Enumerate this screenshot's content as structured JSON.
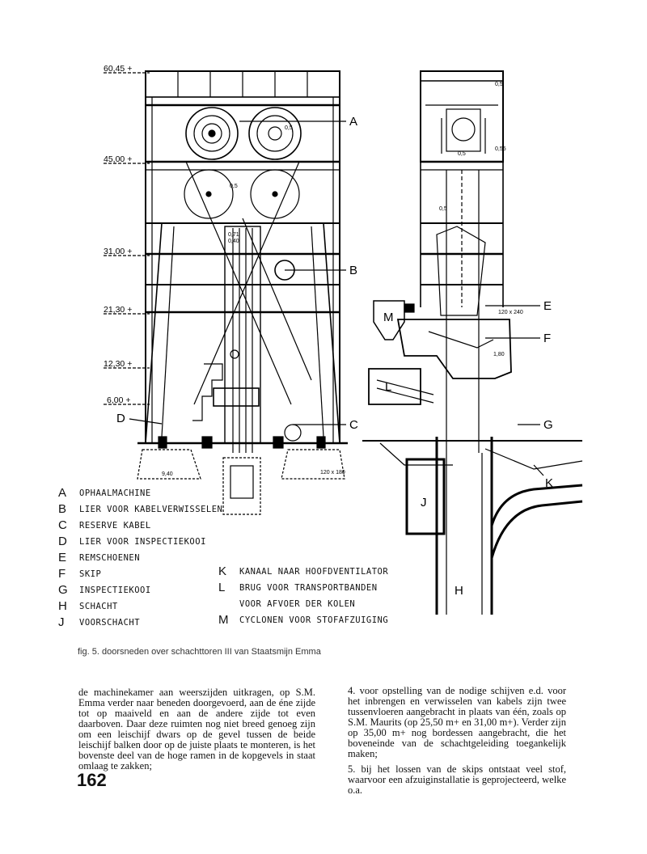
{
  "drawing": {
    "levels": [
      "60,45 +",
      "45,00 +",
      "31,00 +",
      "21,30 +",
      "12,30 +",
      "6,00 +"
    ],
    "dims_left": [
      "0,5",
      "0,5",
      "0,71",
      "0,40",
      "9,40",
      "120 x 180"
    ],
    "dims_right": [
      "0,5",
      "0,5",
      "0,55",
      "0,5",
      "120 x 240",
      "1,80"
    ],
    "callouts_left": [
      "A",
      "B",
      "C",
      "D"
    ],
    "callouts_right": [
      "E",
      "F",
      "G",
      "K",
      "M",
      "L",
      "J",
      "H"
    ]
  },
  "legend": {
    "left": [
      {
        "key": "A",
        "text": "OPHAALMACHINE"
      },
      {
        "key": "B",
        "text": "LIER VOOR KABELVERWISSELEN"
      },
      {
        "key": "C",
        "text": "RESERVE KABEL"
      },
      {
        "key": "D",
        "text": "LIER VOOR INSPECTIEKOOI"
      },
      {
        "key": "E",
        "text": "REMSCHOENEN"
      },
      {
        "key": "F",
        "text": "SKIP"
      },
      {
        "key": "G",
        "text": "INSPECTIEKOOI"
      },
      {
        "key": "H",
        "text": "SCHACHT"
      },
      {
        "key": "J",
        "text": "VOORSCHACHT"
      }
    ],
    "right": [
      {
        "key": "K",
        "text": "KANAAL NAAR HOOFDVENTILATOR"
      },
      {
        "key": "L",
        "text": "BRUG VOOR TRANSPORTBANDEN"
      },
      {
        "key": "",
        "text": "VOOR AFVOER DER KOLEN"
      },
      {
        "key": "M",
        "text": "CYCLONEN VOOR STOFAFZUIGING"
      }
    ]
  },
  "caption": "fig. 5. doorsneden over schachttoren III van Staatsmijn Emma",
  "body": {
    "left_col": "de machinekamer aan weerszijden uitkragen, op S.M. Emma verder naar beneden doorgevoerd, aan de éne zijde tot op maaiveld en aan de andere zijde tot even daarboven. Daar deze ruimten nog niet breed genoeg zijn om een leischijf dwars op de gevel tussen de beide leischijf balken door op de juiste plaats te monteren, is het bovenste deel van de hoge ramen in de kopgevels in staat omlaag te zakken;",
    "right_col_1": "4. voor opstelling van de nodige schijven e.d. voor het inbrengen en verwisselen van kabels zijn twee tussenvloeren aangebracht in plaats van één, zoals op S.M. Maurits (op 25,50 m+ en 31,00 m+). Verder zijn op 35,00 m+ nog bordessen aangebracht, die het boveneinde van de schachtgeleiding toegankelijk maken;",
    "right_col_2": "5. bij het lossen van de skips ontstaat veel stof, waarvoor een afzuiginstallatie is geprojecteerd, welke o.a."
  },
  "page_number": "162"
}
